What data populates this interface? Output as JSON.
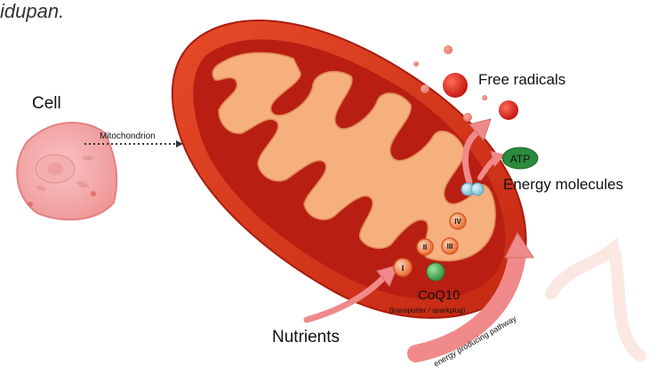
{
  "top_text": "idupan.",
  "labels": {
    "cell": "Cell",
    "mitochondrion": "Mitochondrion",
    "free_radicals": "Free radicals",
    "atp": "ATP",
    "energy_molecules": "Energy molecules",
    "coq10": "CoQ10",
    "coq10_sub": "(transporter / sparkplug)",
    "nutrients": "Nutrients",
    "pathway": "energy producing pathway"
  },
  "complexes": [
    "I",
    "II",
    "III",
    "IV"
  ],
  "colors": {
    "outer_membrane": "#d9381e",
    "inner_space": "#b81f12",
    "matrix": "#f6b07e",
    "cell_fill": "#f2a0a0",
    "free_radical": "#e0201a",
    "atp_fill": "#2c8a3c",
    "coq10_fill": "#3fa64a",
    "arrow": "#f08a8a"
  }
}
